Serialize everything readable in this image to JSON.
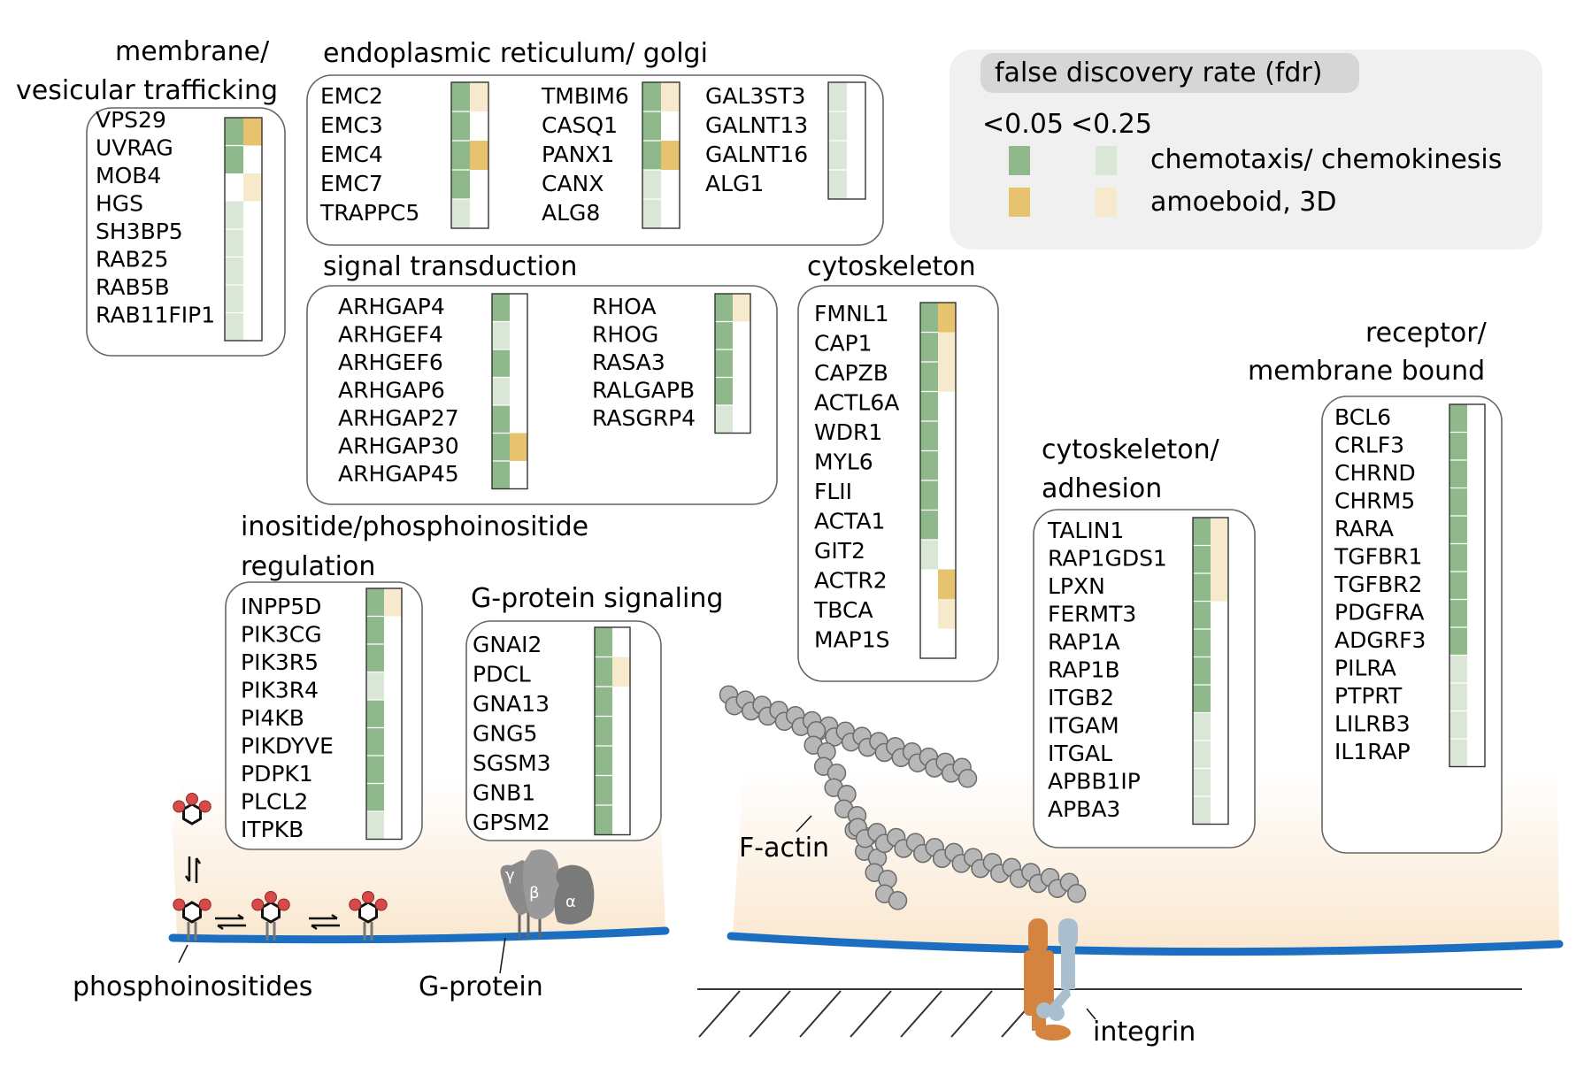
{
  "colors": {
    "sig_chemo": "#8fb98a",
    "weak_chemo": "#dbe7d6",
    "sig_amoeboid": "#e8c36f",
    "weak_amoeboid": "#f6e9cc",
    "membrane": "#1c6fc0",
    "actin": "#b7b7b7",
    "cytoplasm": "#fae7cf"
  },
  "legend": {
    "title": "false discovery rate (fdr)",
    "col_strong": "<0.05",
    "col_weak": "<0.25",
    "row_chemo": "chemotaxis/ chemokinesis",
    "row_amoeboid": "amoeboid, 3D"
  },
  "groups": [
    {
      "id": "membrane",
      "title": [
        "membrane/",
        "vesicular trafficking"
      ],
      "columns": [
        {
          "genes": [
            [
              "VPS29",
              2,
              2
            ],
            [
              "UVRAG",
              2,
              0
            ],
            [
              "MOB4",
              0,
              1
            ],
            [
              "HGS",
              1,
              0
            ],
            [
              "SH3BP5",
              1,
              0
            ],
            [
              "RAB25",
              1,
              0
            ],
            [
              "RAB5B",
              1,
              0
            ],
            [
              "RAB11FIP1",
              1,
              0
            ]
          ]
        }
      ]
    },
    {
      "id": "er",
      "title": [
        "endoplasmic reticulum/ golgi"
      ],
      "columns": [
        {
          "genes": [
            [
              "EMC2",
              2,
              1
            ],
            [
              "EMC3",
              2,
              0
            ],
            [
              "EMC4",
              2,
              2
            ],
            [
              "EMC7",
              2,
              0
            ],
            [
              "TRAPPC5",
              1,
              0
            ]
          ]
        },
        {
          "genes": [
            [
              "TMBIM6",
              2,
              1
            ],
            [
              "CASQ1",
              2,
              0
            ],
            [
              "PANX1",
              2,
              2
            ],
            [
              "CANX",
              1,
              0
            ],
            [
              "ALG8",
              1,
              0
            ]
          ]
        },
        {
          "genes": [
            [
              "GAL3ST3",
              1,
              0
            ],
            [
              "GALNT13",
              1,
              0
            ],
            [
              "GALNT16",
              1,
              0
            ],
            [
              "ALG1",
              1,
              0
            ]
          ]
        }
      ]
    },
    {
      "id": "signal",
      "title": [
        "signal transduction"
      ],
      "columns": [
        {
          "genes": [
            [
              "ARHGAP4",
              2,
              0
            ],
            [
              "ARHGEF4",
              1,
              0
            ],
            [
              "ARHGEF6",
              2,
              0
            ],
            [
              "ARHGAP6",
              1,
              0
            ],
            [
              "ARHGAP27",
              2,
              0
            ],
            [
              "ARHGAP30",
              2,
              2
            ],
            [
              "ARHGAP45",
              2,
              0
            ]
          ]
        },
        {
          "genes": [
            [
              "RHOA",
              2,
              1
            ],
            [
              "RHOG",
              2,
              0
            ],
            [
              "RASA3",
              2,
              0
            ],
            [
              "RALGAPB",
              2,
              0
            ],
            [
              "RASGRP4",
              1,
              0
            ]
          ]
        }
      ]
    },
    {
      "id": "cyto",
      "title": [
        "cytoskeleton"
      ],
      "columns": [
        {
          "genes": [
            [
              "FMNL1",
              2,
              2
            ],
            [
              "CAP1",
              2,
              1
            ],
            [
              "CAPZB",
              2,
              1
            ],
            [
              "ACTL6A",
              2,
              0
            ],
            [
              "WDR1",
              2,
              0
            ],
            [
              "MYL6",
              2,
              0
            ],
            [
              "FLII",
              2,
              0
            ],
            [
              "ACTA1",
              2,
              0
            ],
            [
              "GIT2",
              1,
              0
            ],
            [
              "ACTR2",
              0,
              2
            ],
            [
              "TBCA",
              0,
              1
            ],
            [
              "MAP1S",
              0,
              0
            ]
          ]
        }
      ]
    },
    {
      "id": "adhesion",
      "title": [
        "cytoskeleton/",
        "adhesion"
      ],
      "columns": [
        {
          "genes": [
            [
              "TALIN1",
              2,
              1
            ],
            [
              "RAP1GDS1",
              2,
              1
            ],
            [
              "LPXN",
              2,
              1
            ],
            [
              "FERMT3",
              2,
              0
            ],
            [
              "RAP1A",
              2,
              0
            ],
            [
              "RAP1B",
              2,
              0
            ],
            [
              "ITGB2",
              2,
              0
            ],
            [
              "ITGAM",
              1,
              0
            ],
            [
              "ITGAL",
              1,
              0
            ],
            [
              "APBB1IP",
              1,
              0
            ],
            [
              "APBA3",
              1,
              0
            ]
          ]
        }
      ]
    },
    {
      "id": "receptor",
      "title": [
        "receptor/",
        "membrane bound"
      ],
      "columns": [
        {
          "genes": [
            [
              "BCL6",
              2,
              0
            ],
            [
              "CRLF3",
              2,
              0
            ],
            [
              "CHRND",
              2,
              0
            ],
            [
              "CHRM5",
              2,
              0
            ],
            [
              "RARA",
              2,
              0
            ],
            [
              "TGFBR1",
              2,
              0
            ],
            [
              "TGFBR2",
              2,
              0
            ],
            [
              "PDGFRA",
              2,
              0
            ],
            [
              "ADGRF3",
              2,
              0
            ],
            [
              "PILRA",
              1,
              0
            ],
            [
              "PTPRT",
              1,
              0
            ],
            [
              "LILRB3",
              1,
              0
            ],
            [
              "IL1RAP",
              1,
              0
            ]
          ]
        }
      ]
    },
    {
      "id": "inositide",
      "title": [
        "inositide/phosphoinositide",
        "regulation"
      ],
      "columns": [
        {
          "genes": [
            [
              "INPP5D",
              2,
              1
            ],
            [
              "PIK3CG",
              2,
              0
            ],
            [
              "PIK3R5",
              2,
              0
            ],
            [
              "PIK3R4",
              1,
              0
            ],
            [
              "PI4KB",
              2,
              0
            ],
            [
              "PIKDYVE",
              2,
              0
            ],
            [
              "PDPK1",
              2,
              0
            ],
            [
              "PLCL2",
              2,
              0
            ],
            [
              "ITPKB",
              1,
              0
            ]
          ]
        }
      ]
    },
    {
      "id": "gprotein",
      "title": [
        "G-protein signaling"
      ],
      "columns": [
        {
          "genes": [
            [
              "GNAI2",
              2,
              0
            ],
            [
              "PDCL",
              2,
              1
            ],
            [
              "GNA13",
              2,
              0
            ],
            [
              "GNG5",
              2,
              0
            ],
            [
              "SGSM3",
              2,
              0
            ],
            [
              "GNB1",
              2,
              0
            ],
            [
              "GPSM2",
              2,
              0
            ]
          ]
        }
      ]
    }
  ],
  "illustration": {
    "phosphoinositides": "phosphoinositides",
    "gprotein": "G-protein",
    "factin": "F-actin",
    "integrin": "integrin",
    "gamma": "γ",
    "beta": "β",
    "alpha": "α"
  }
}
